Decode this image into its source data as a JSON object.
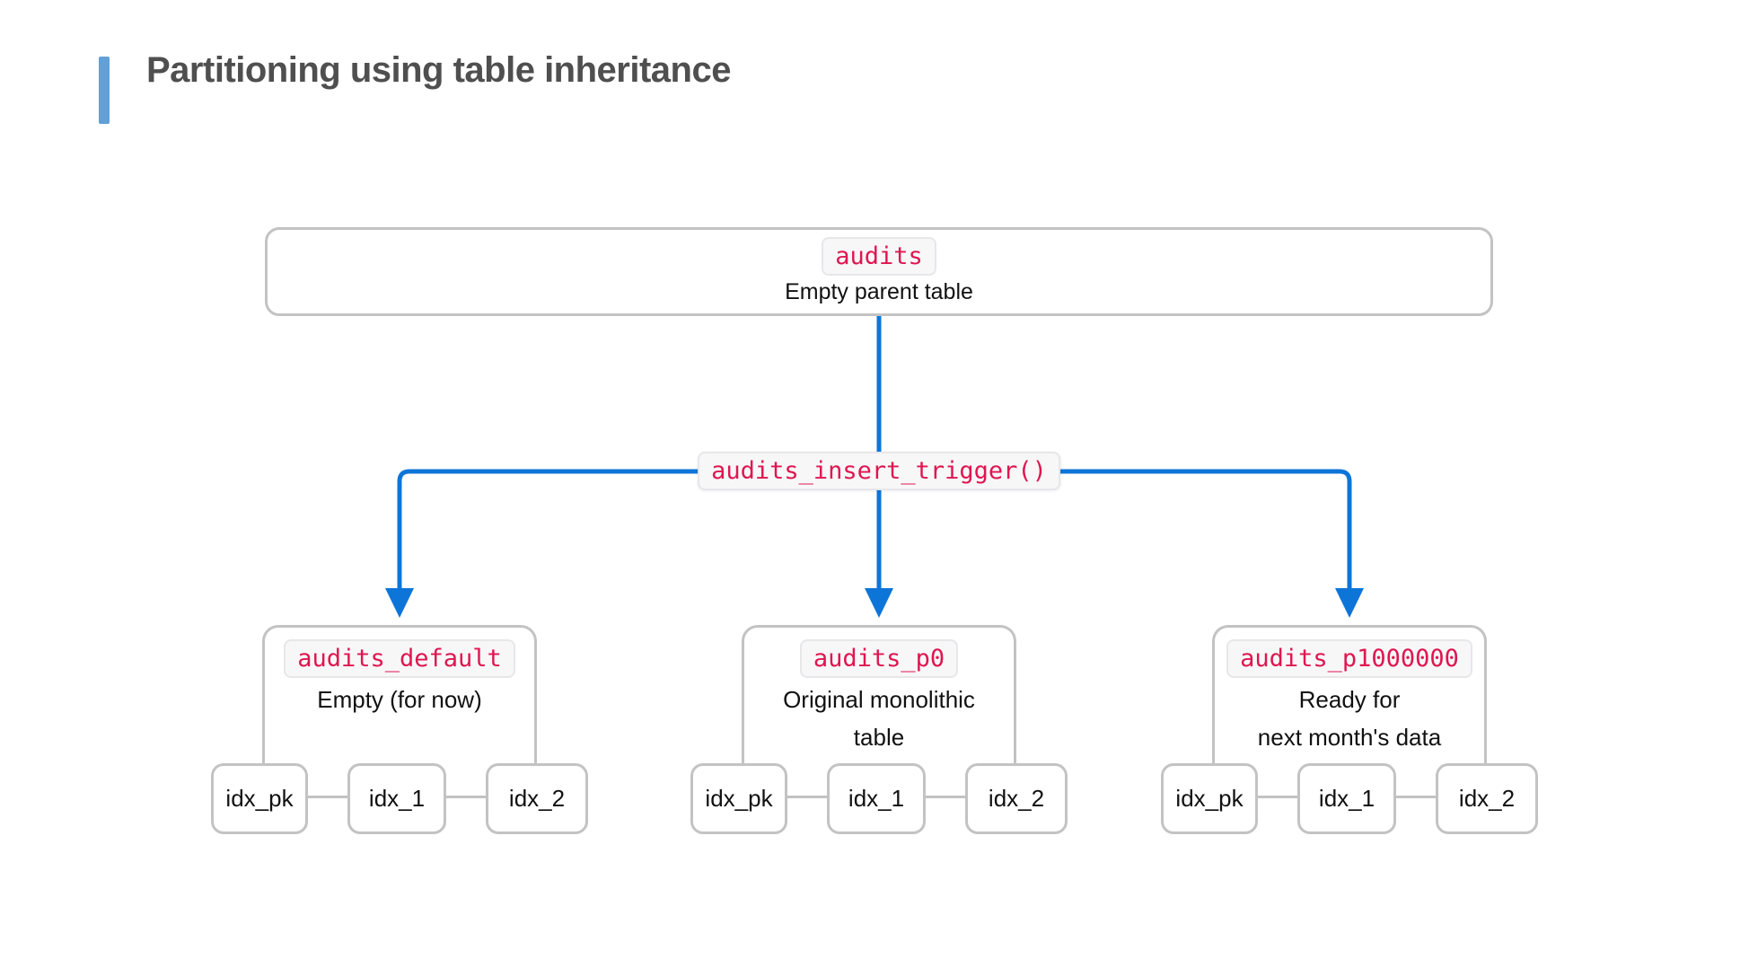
{
  "title": {
    "text": "Partitioning using table inheritance"
  },
  "colors": {
    "accent_blue_arrows": "#0d75d8",
    "code_red": "#df1650",
    "box_border_gray": "#c3c3c3",
    "chip_background": "#f7f7f8",
    "chip_border": "#e7e7ea",
    "title_accent_bar": "#61a0d8",
    "title_text": "#4f4f4f",
    "body_text": "#111111"
  },
  "diagram": {
    "parent_table": {
      "code": "audits",
      "description": "Empty parent table"
    },
    "trigger": {
      "code": "audits_insert_trigger()"
    },
    "partitions": [
      {
        "code": "audits_default",
        "description_lines": [
          "Empty (for now)"
        ],
        "indexes": [
          "idx_pk",
          "idx_1",
          "idx_2"
        ]
      },
      {
        "code": "audits_p0",
        "description_lines": [
          "Original monolithic",
          "table"
        ],
        "indexes": [
          "idx_pk",
          "idx_1",
          "idx_2"
        ]
      },
      {
        "code": "audits_p1000000",
        "description_lines": [
          "Ready for",
          "next month's data"
        ],
        "indexes": [
          "idx_pk",
          "idx_1",
          "idx_2"
        ]
      }
    ]
  }
}
